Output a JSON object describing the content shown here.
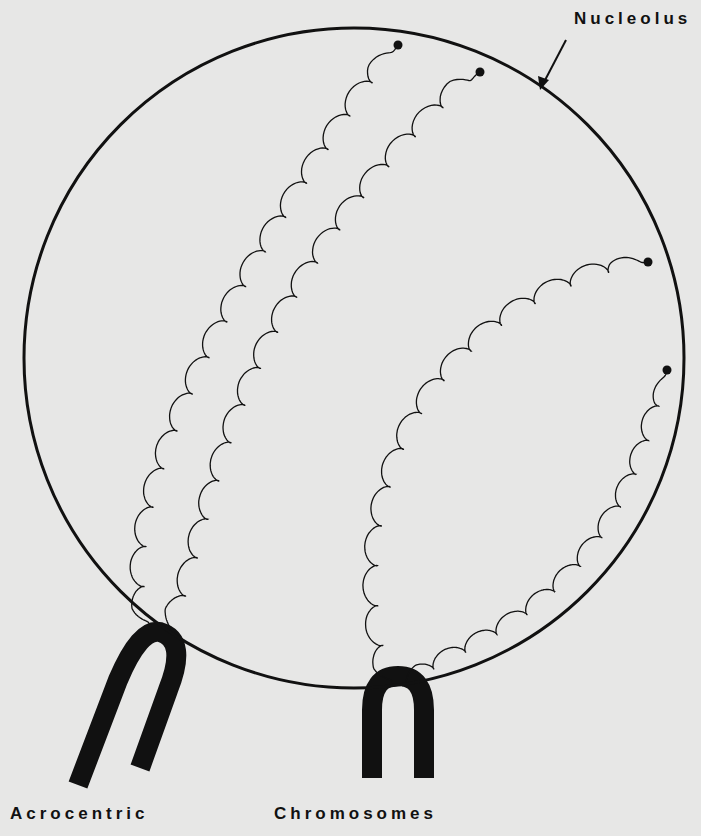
{
  "diagram": {
    "nodes": [
      {
        "text": [
          "Nucleolus"
        ]
      }
    ],
    "labels": [
      "Acrocentric",
      "Chromosomes"
    ]
  }
}
